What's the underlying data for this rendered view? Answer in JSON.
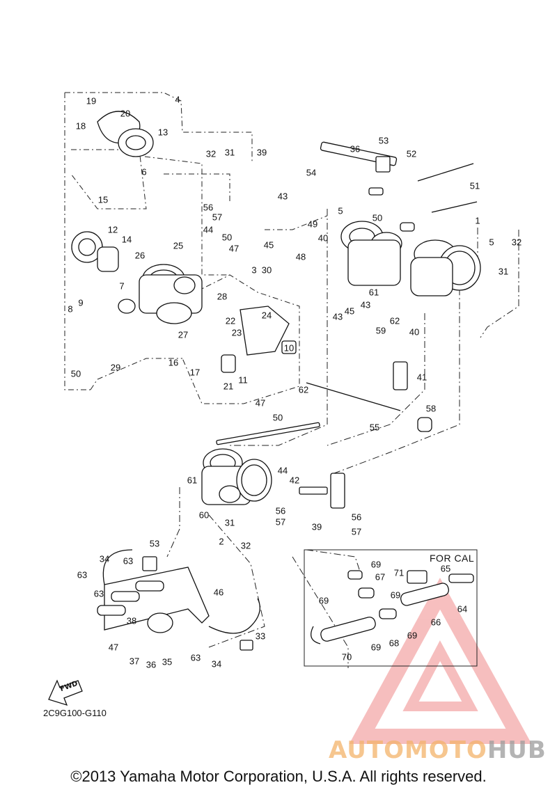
{
  "diagram_code": "2C9G100-G110",
  "copyright": "©2013 Yamaha Motor Corporation, U.S.A. All rights reserved.",
  "for_cal_label": "FOR CAL",
  "fwd_label": "FWD",
  "watermark": {
    "part1": "AUTOMOTO",
    "part2": "HUB",
    "color_accent": "#f08a8a",
    "color_text": "#f4b36a",
    "color_gray": "#9c9c9c"
  },
  "callouts": [
    "4",
    "19",
    "20",
    "18",
    "13",
    "6",
    "15",
    "12",
    "14",
    "26",
    "25",
    "7",
    "8",
    "9",
    "50",
    "29",
    "16",
    "27",
    "17",
    "21",
    "11",
    "28",
    "22",
    "23",
    "24",
    "10",
    "62",
    "32",
    "31",
    "39",
    "56",
    "57",
    "43",
    "44",
    "50",
    "47",
    "45",
    "49",
    "40",
    "48",
    "3",
    "30",
    "53",
    "36",
    "52",
    "54",
    "51",
    "5",
    "50",
    "1",
    "5",
    "32",
    "31",
    "61",
    "43",
    "45",
    "43",
    "59",
    "62",
    "40",
    "41",
    "58",
    "55",
    "47",
    "50",
    "44",
    "42",
    "61",
    "60",
    "31",
    "2",
    "32",
    "39",
    "56",
    "57",
    "56",
    "57",
    "53",
    "34",
    "63",
    "63",
    "63",
    "46",
    "38",
    "47",
    "37",
    "36",
    "35",
    "63",
    "34",
    "33",
    "69",
    "67",
    "71",
    "65",
    "69",
    "69",
    "66",
    "64",
    "69",
    "68",
    "69",
    "70"
  ]
}
